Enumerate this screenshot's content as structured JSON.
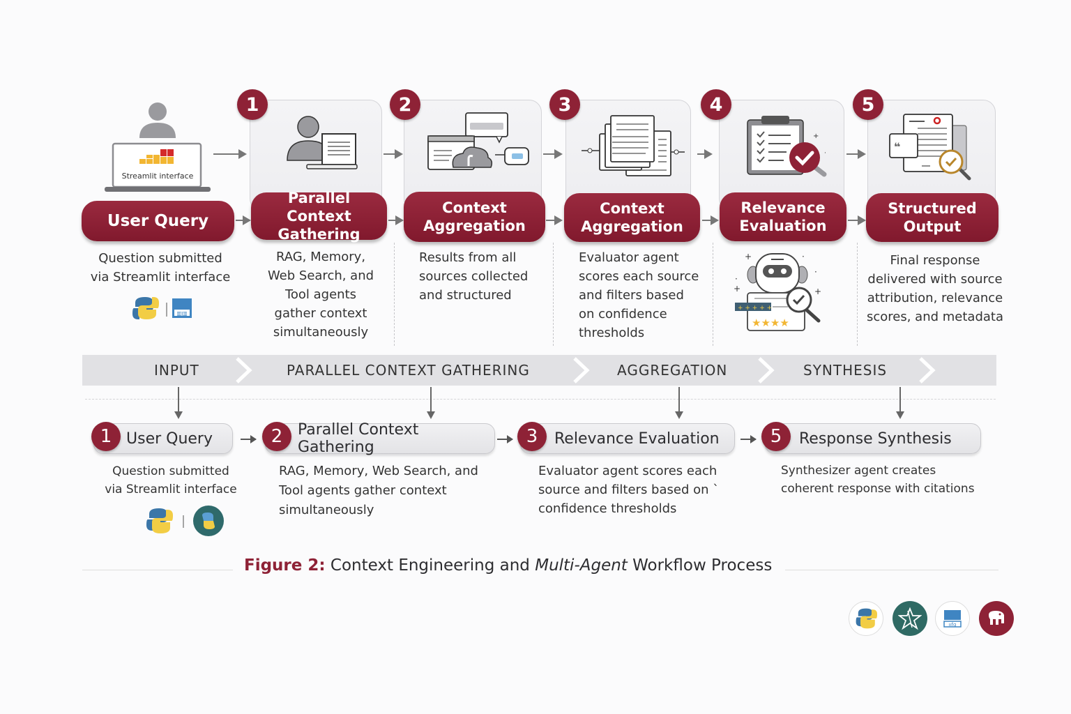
{
  "figure": {
    "caption_label": "Figure 2:",
    "caption_text_a": "Context Engineering and ",
    "caption_text_italic": "Multi-Agent",
    "caption_text_b": " Workflow Process"
  },
  "colors": {
    "accent": "#8e2236",
    "band": "#e1e1e4",
    "background": "#fbfbfc"
  },
  "top_flow": {
    "input": {
      "title": "User Query",
      "screen_label": "Streamlit interface",
      "description": "Question submitted\nvia Streamlit interface",
      "icons": [
        "python-logo-icon",
        "app-logo-icon"
      ]
    },
    "steps": [
      {
        "number": "1",
        "title": "Parallel Context Gathering",
        "description": "RAG, Memory,\nWeb Search, and\n   Tool agents\ngather context\n   simultaneously",
        "icon": "user-document-icon"
      },
      {
        "number": "2",
        "title": "Context Aggregation",
        "description": "Results from all\nsources collected\nand structured",
        "icon": "cloud-aggregation-icon"
      },
      {
        "number": "3",
        "title": "Context Aggregation",
        "description": "Evaluator agent\nscores each source\nand filters based\non confidence\nthresholds",
        "icon": "stacked-documents-icon"
      },
      {
        "number": "4",
        "title": "Relevance Evaluation",
        "description": "",
        "icon": "clipboard-check-icon"
      },
      {
        "number": "5",
        "title": "Structured Output",
        "description": "Final response\ndelivered with source\nattribution, relevance\nscores, and metadata",
        "icon": "document-magnifier-icon"
      }
    ]
  },
  "phase_band": [
    "INPUT",
    "PARALLEL CONTEXT GATHERING",
    "AGGREGATION",
    "SYNTHESIS"
  ],
  "bottom_flow": [
    {
      "number": "1",
      "title": "User Query",
      "description": "Question submitted\n  via Streamlit interface"
    },
    {
      "number": "2",
      "title": "Parallel Context Gathering",
      "description": "RAG, Memory, Web Search, and\nTool agents gather context\nsimultaneously"
    },
    {
      "number": "3",
      "title": "Relevance Evaluation",
      "description": "Evaluator agent scores each\nsource and filters based on `\nconfidence thresholds"
    },
    {
      "number": "5",
      "title": "Response Synthesis",
      "description": "Synthesizer agent creates\ncoherent response with citations"
    }
  ],
  "footer_logos": [
    "python-logo-icon",
    "star-emblem-icon",
    "app-logo-icon",
    "postgres-elephant-icon"
  ]
}
